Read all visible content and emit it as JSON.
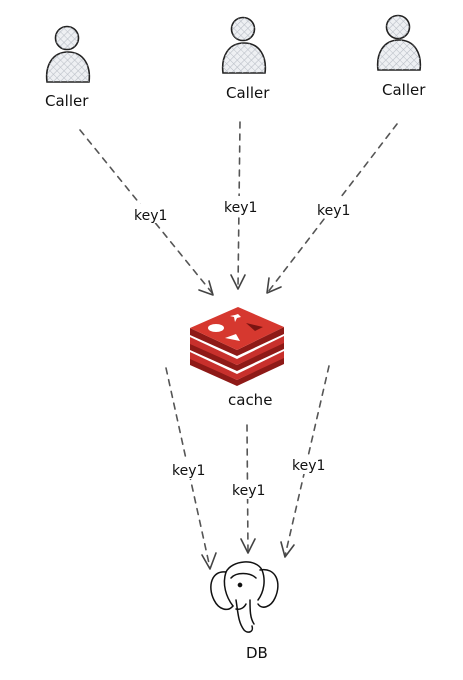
{
  "nodes": {
    "callers": [
      {
        "label": "Caller"
      },
      {
        "label": "Caller"
      },
      {
        "label": "Caller"
      }
    ],
    "cache": {
      "label": "cache",
      "icon": "redis-stack-icon"
    },
    "db": {
      "label": "DB",
      "icon": "postgres-elephant-icon"
    }
  },
  "edges": {
    "caller_to_cache": [
      {
        "label": "key1"
      },
      {
        "label": "key1"
      },
      {
        "label": "key1"
      }
    ],
    "cache_to_db": [
      {
        "label": "key1"
      },
      {
        "label": "key1"
      },
      {
        "label": "key1"
      }
    ]
  },
  "colors": {
    "cache_red": "#c8302c",
    "cache_dark": "#8e1a17",
    "line": "#555555"
  }
}
